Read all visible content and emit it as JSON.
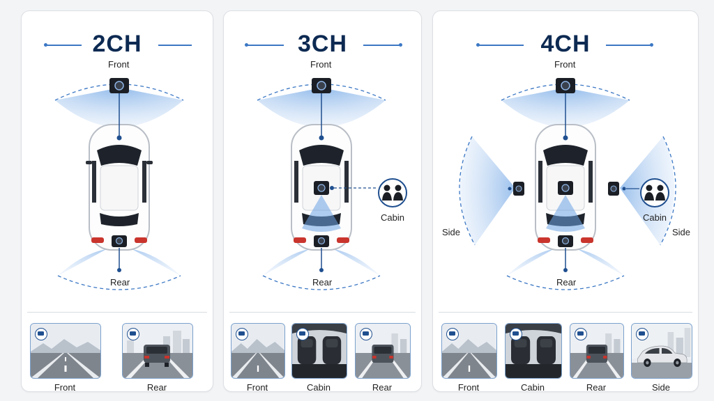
{
  "panels": [
    {
      "title": "2CH",
      "labels": {
        "front": "Front",
        "rear": "Rear"
      },
      "thumbs": [
        {
          "label": "Front",
          "scene": "road"
        },
        {
          "label": "Rear",
          "scene": "car-rear"
        }
      ]
    },
    {
      "title": "3CH",
      "labels": {
        "front": "Front",
        "rear": "Rear",
        "cabin": "Cabin"
      },
      "thumbs": [
        {
          "label": "Front",
          "scene": "road"
        },
        {
          "label": "Cabin",
          "scene": "cabin"
        },
        {
          "label": "Rear",
          "scene": "car-rear"
        }
      ]
    },
    {
      "title": "4CH",
      "labels": {
        "front": "Front",
        "rear": "Rear",
        "cabin": "Cabin",
        "side_left": "Side",
        "side_right": "Side"
      },
      "thumbs": [
        {
          "label": "Front",
          "scene": "road"
        },
        {
          "label": "Cabin",
          "scene": "cabin"
        },
        {
          "label": "Rear",
          "scene": "car-rear"
        },
        {
          "label": "Side",
          "scene": "car-side"
        }
      ]
    }
  ],
  "colors": {
    "title": "#0d2a52",
    "accent": "#3b77c4",
    "fov": "#a9c8ef",
    "camera": "#1b1f25"
  }
}
